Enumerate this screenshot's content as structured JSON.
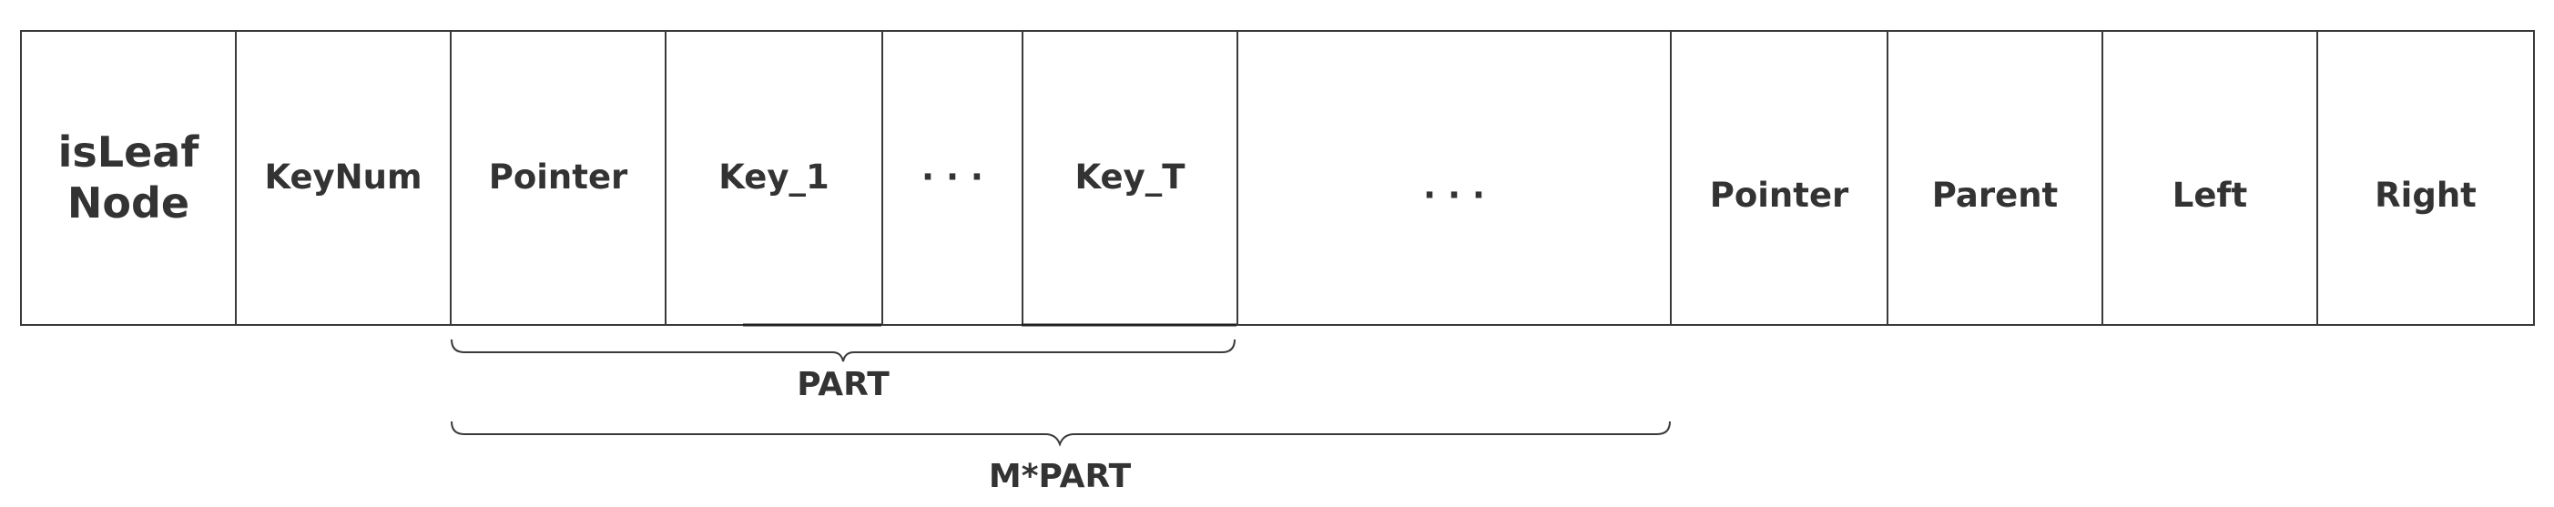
{
  "cells": {
    "is_leaf_node": "isLeaf\nNode",
    "key_num": "KeyNum",
    "pointer_1": "Pointer",
    "key_1": "Key_1",
    "ellipsis_1": "· · ·",
    "key_t": "Key_T",
    "ellipsis_2": "· · ·",
    "pointer_2": "Pointer",
    "parent": "Parent",
    "left": "Left",
    "right": "Right"
  },
  "braces": {
    "part": "PART",
    "m_part": "M*PART"
  }
}
